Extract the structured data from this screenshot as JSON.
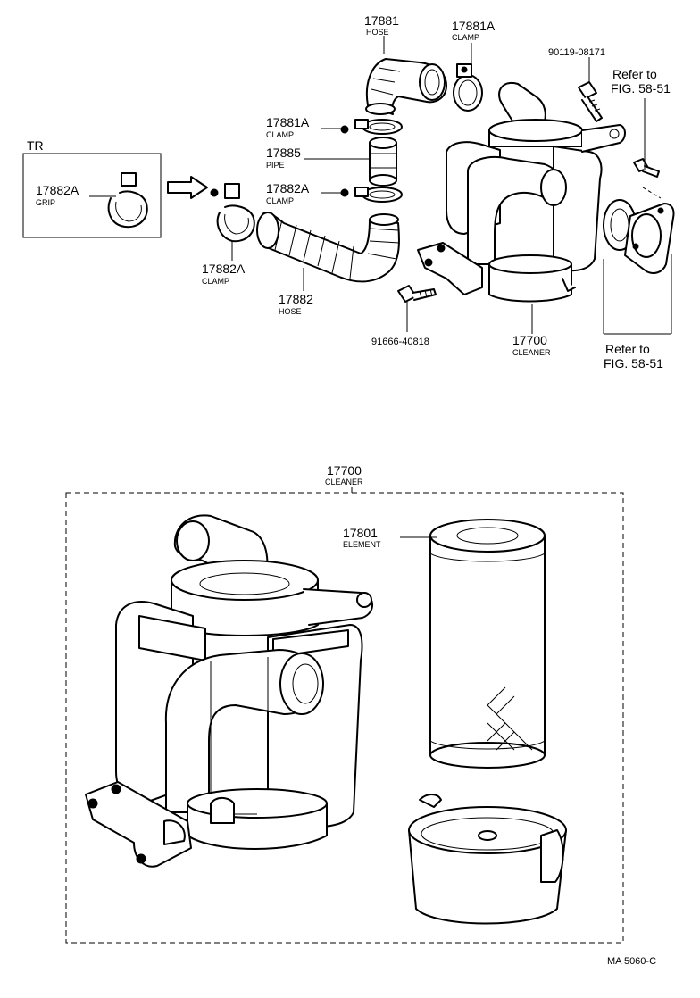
{
  "labels": {
    "p17881": {
      "num": "17881",
      "sub": "HOSE"
    },
    "p17881a_top": {
      "num": "17881A",
      "sub": "CLAMP"
    },
    "p90119": {
      "num": "90119-08171"
    },
    "refer_top": {
      "line1": "Refer to",
      "line2": "FIG. 58-51"
    },
    "p17881a_mid": {
      "num": "17881A",
      "sub": "CLAMP"
    },
    "p17885": {
      "num": "17885",
      "sub": "PIPE"
    },
    "p17882a_mid": {
      "num": "17882A",
      "sub": "CLAMP"
    },
    "tr": {
      "text": "TR"
    },
    "p17882a_grip": {
      "num": "17882A",
      "sub": "GRIP"
    },
    "p17882a_clamp": {
      "num": "17882A",
      "sub": "CLAMP"
    },
    "p17882": {
      "num": "17882",
      "sub": "HOSE"
    },
    "p91666": {
      "num": "91666-40818"
    },
    "p17700_top": {
      "num": "17700",
      "sub": "CLEANER"
    },
    "refer_bottom": {
      "line1": "Refer to",
      "line2": "FIG. 58-51"
    },
    "p17700_box": {
      "num": "17700",
      "sub": "CLEANER"
    },
    "p17801": {
      "num": "17801",
      "sub": "ELEMENT"
    },
    "footer_code": "MA  5060-C"
  },
  "icons": [
    "hose-icon",
    "clamp-icon",
    "pipe-icon",
    "bolt-icon",
    "air-cleaner-icon",
    "filter-element-icon",
    "gasket-icon",
    "grip-clamp-icon",
    "cleaner-case-icon"
  ]
}
